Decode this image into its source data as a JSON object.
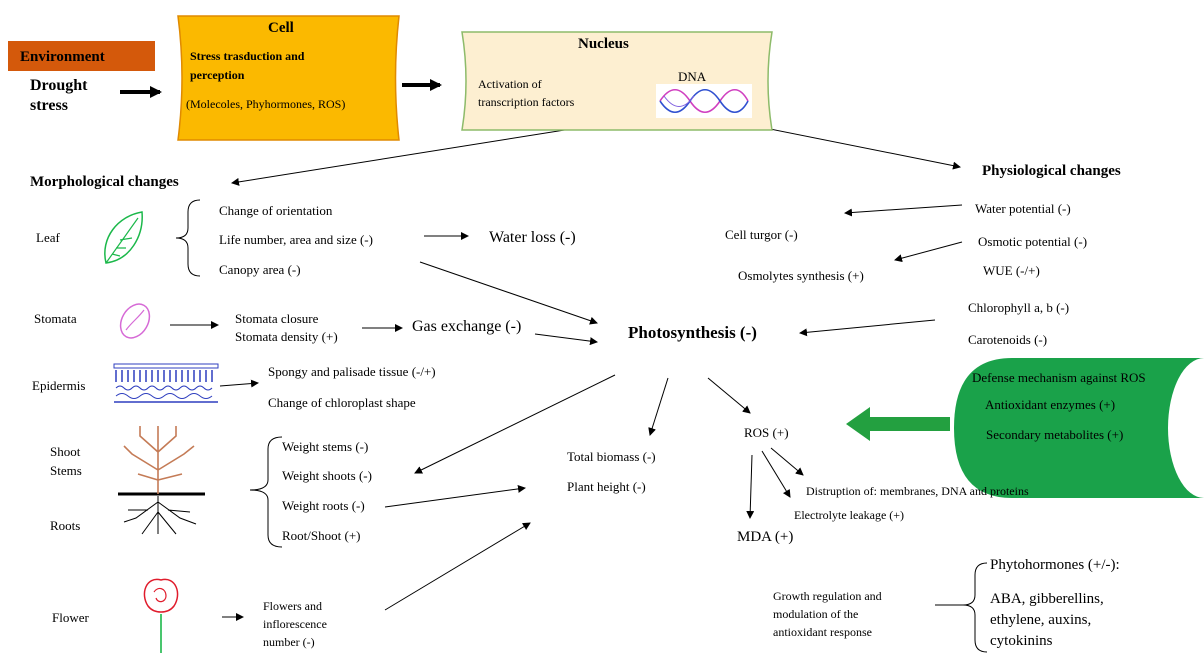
{
  "environment": {
    "label": "Environment",
    "stress_line1": "Drought",
    "stress_line2": "stress"
  },
  "cell": {
    "title": "Cell",
    "line1": "Stress trasduction  and",
    "line2": "perception",
    "line3": "(Molecoles,  Phyhormones,  ROS)"
  },
  "nucleus": {
    "title": "Nucleus",
    "activation_line1": "Activation  of",
    "activation_line2": "transcription  factors",
    "dna": "DNA"
  },
  "morphological": {
    "title": "Morphological changes",
    "leaf": {
      "label": "Leaf",
      "items": [
        "Change of orientation",
        "Life number, area and size (-)",
        "Canopy area (-)"
      ],
      "outcome": "Water loss (-)"
    },
    "stomata": {
      "label": "Stomata",
      "item1": "Stomata closure",
      "item2": "Stomata density  (+)",
      "outcome": "Gas exchange (-)"
    },
    "epidermis": {
      "label": "Epidermis",
      "item1": "Spongy and palisade tissue  (-/+)",
      "item2": "Change of chloroplast  shape"
    },
    "shoot": {
      "label1": "Shoot",
      "label2": "Stems",
      "roots_label": "Roots",
      "items": [
        "Weight stems (-)",
        "Weight shoots (-)",
        "Weight roots (-)",
        "Root/Shoot (+)"
      ]
    },
    "flower": {
      "label": "Flower",
      "line1": "Flowers and",
      "line2": "inflorescence",
      "line3": "number  (-)"
    }
  },
  "center": {
    "photosynthesis": "Photosynthesis  (-)",
    "biomass": "Total biomass  (-)",
    "height": "Plant height  (-)"
  },
  "physiological": {
    "title": "Physiological changes",
    "water_potential": "Water potential  (-)",
    "cell_turgor": "Cell turgor  (-)",
    "osmotic_potential": "Osmotic potential  (-)",
    "osmolytes": "Osmolytes  synthesis  (+)",
    "wue": "WUE (-/+)",
    "chlorophyll": "Chlorophyll  a, b (-)",
    "carotenoids": "Carotenoids  (-)"
  },
  "defense": {
    "title": "Defense mechanism  against ROS",
    "item1": "Antioxidant enzymes  (+)",
    "item2": "Secondary metabolites  (+)"
  },
  "ros": {
    "label": "ROS (+)",
    "disruption": "Distruption  of:  membranes,  DNA and proteins",
    "electrolyte": "Electrolyte  leakage (+)",
    "mda": "MDA (+)"
  },
  "growth": {
    "line1": "Growth regulation  and",
    "line2": "modulation  of the",
    "line3": "antioxidant  response",
    "phyto_title": "Phytohormones (+/-):",
    "phyto_line1": "ABA,  gibberellins,",
    "phyto_line2": "ethylene,  auxins,",
    "phyto_line3": "cytokinins"
  },
  "colors": {
    "environment_bg": "#d4590b",
    "cell_bg": "#fbb900",
    "nucleus_bg": "#fdefd1",
    "nucleus_border": "#8dbb6a",
    "defense_bg": "#1aa24a",
    "arrow_green": "#23a040"
  }
}
